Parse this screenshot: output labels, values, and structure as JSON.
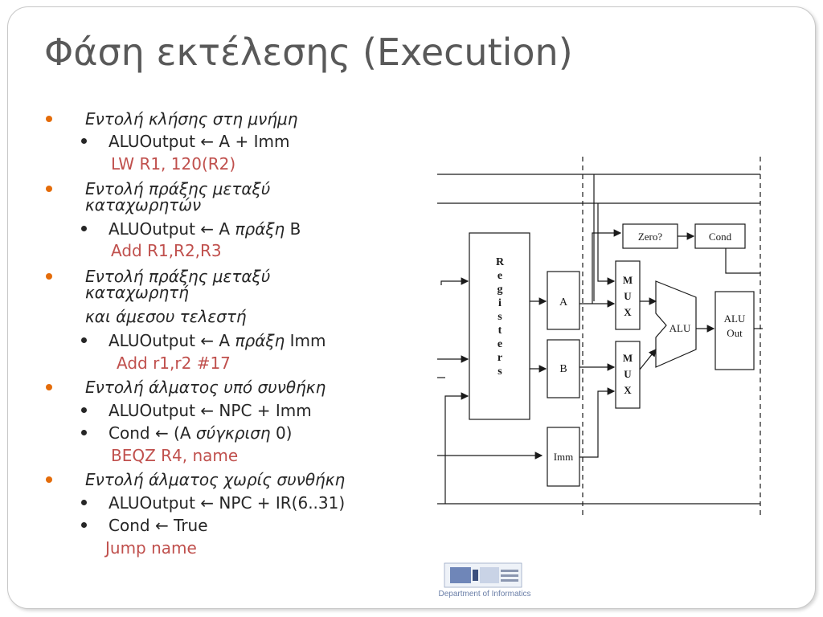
{
  "slide": {
    "title": "Φάση εκτέλεσης (Execution)"
  },
  "bullets": [
    {
      "text": "Εντολή κλήσης στη μνήμη"
    },
    {
      "pre": "ALUOutput ",
      "arrow": "←",
      "post": " A + Imm"
    },
    {
      "text": "LW   R1, 120(R2)"
    },
    {
      "text": "Εντολή πράξης μεταξύ"
    },
    {
      "text": "καταχωρητών"
    },
    {
      "pre": "ALUOutput ",
      "arrow": "←",
      "post": " A ",
      "ital": "πράξη",
      "tail": " B"
    },
    {
      "text": "Add  R1,R2,R3"
    },
    {
      "text": "Εντολή πράξης μεταξύ"
    },
    {
      "text": "καταχωρητή"
    },
    {
      "text": "και άμεσου τελεστή"
    },
    {
      "pre": "ALUOutput ",
      "arrow": "←",
      "post": " A ",
      "ital": "πράξη",
      "tail": " Imm"
    },
    {
      "text": "Add r1,r2 #17"
    },
    {
      "text": "Εντολή άλματος υπό συνθήκη"
    },
    {
      "pre": "ALUOutput ",
      "arrow": "←",
      "post": " NPC + Imm"
    },
    {
      "pre": "Cond ",
      "arrow": "←",
      "post": " (A ",
      "ital": "σύγκριση",
      "tail": " 0)"
    },
    {
      "text": "BEQZ   R4, name"
    },
    {
      "text": "Εντολή άλματος χωρίς συνθήκη"
    },
    {
      "pre": "ALUOutput ",
      "arrow": "←",
      "post": " NPC + IR(6..31)"
    },
    {
      "pre": "Cond ",
      "arrow": "←",
      "post": " True"
    },
    {
      "text": "Jump  name"
    }
  ],
  "diagram": {
    "registers_label": [
      "R",
      "e",
      "g",
      "i",
      "s",
      "t",
      "e",
      "r",
      "s"
    ],
    "a_label": "A",
    "b_label": "B",
    "imm_label": "Imm",
    "mux_label": [
      "M",
      "U",
      "X"
    ],
    "alu_label": "ALU",
    "alu_out_label": [
      "ALU",
      "Out"
    ],
    "zero_label": "Zero?",
    "cond_label": "Cond"
  },
  "logo": {
    "caption": "Department of Informatics",
    "icon": "department-logo-icon"
  },
  "colors": {
    "title": "#595959",
    "body_text": "#262626",
    "level1_bullet": "#e46c0a",
    "example_text": "#c0504d",
    "logo_caption": "#6b7fa8"
  }
}
